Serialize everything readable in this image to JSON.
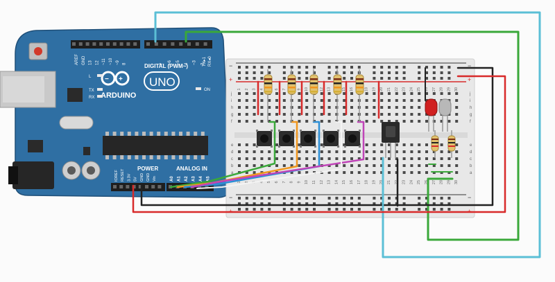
{
  "arduino": {
    "brand": "ARDUINO",
    "model": "UNO",
    "digital_label": "DIGITAL (PWM~)",
    "analog_label": "ANALOG IN",
    "power_label": "POWER",
    "on_label": "ON",
    "l_label": "L",
    "tx_label": "TX",
    "rx_label": "RX",
    "tx_pin": "TX▸1",
    "rx_pin": "RX◂0",
    "digital_pins": [
      "AREF",
      "GND",
      "13",
      "12",
      "~11",
      "~10",
      "~9",
      "8",
      "7",
      "~6",
      "~5",
      "4",
      "~3",
      "2"
    ],
    "power_pins": [
      "IOREF",
      "RESET",
      "3.3V",
      "5V",
      "GND",
      "GND",
      "Vin"
    ],
    "analog_pins": [
      "A0",
      "A1",
      "A2",
      "A3",
      "A4",
      "A5"
    ]
  },
  "breadboard": {
    "columns": [
      "1",
      "2",
      "3",
      "4",
      "5",
      "6",
      "7",
      "8",
      "9",
      "10",
      "11",
      "12",
      "13",
      "14",
      "15",
      "16",
      "17",
      "18",
      "19",
      "20",
      "21",
      "22",
      "23",
      "24",
      "25",
      "26",
      "27",
      "28",
      "29",
      "30"
    ],
    "rows_top": [
      "j",
      "i",
      "h",
      "g",
      "f"
    ],
    "rows_bottom": [
      "e",
      "d",
      "c",
      "b",
      "a"
    ],
    "plus": "+",
    "minus": "−"
  },
  "colors": {
    "board": "#2f6fa3",
    "wire_cyan": "#5bbfd6",
    "wire_green": "#3aa83a",
    "wire_red": "#d82a2a",
    "wire_black": "#222222",
    "wire_orange": "#f0961e",
    "wire_blue": "#2c8fd6",
    "wire_purple": "#c044b8",
    "led_red": "#d02020",
    "led_white": "#b8b8b8"
  }
}
